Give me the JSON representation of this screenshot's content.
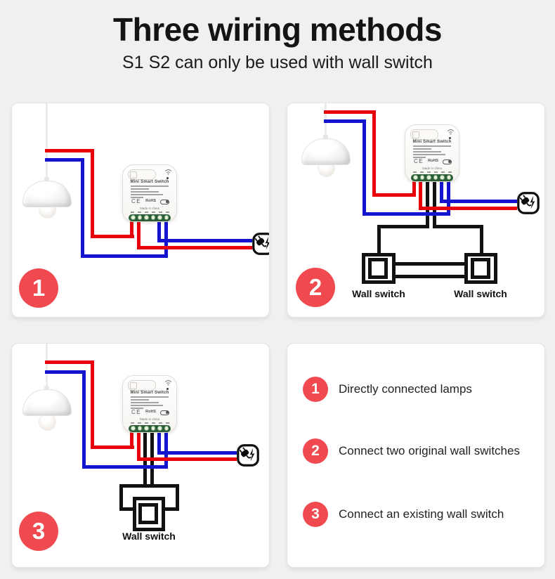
{
  "title": "Three wiring methods",
  "subtitle": "S1 S2 can only be used with wall switch",
  "module": {
    "title": "Mini Smart Switch",
    "ce_mark": "CE",
    "rohs_mark": "RoHS",
    "made_in": "Made in china"
  },
  "panels": [
    {
      "number": "1",
      "wall_switch_labels": []
    },
    {
      "number": "2",
      "wall_switch_labels": [
        "Wall switch",
        "Wall switch"
      ]
    },
    {
      "number": "3",
      "wall_switch_labels": [
        "Wall switch"
      ]
    }
  ],
  "legend": {
    "items": [
      {
        "number": "1",
        "text": "Directly connected lamps"
      },
      {
        "number": "2",
        "text": "Connect two original wall switches"
      },
      {
        "number": "3",
        "text": "Connect an existing wall switch"
      }
    ]
  },
  "colors": {
    "live_wire_red": "#e8000b",
    "neutral_wire_blue": "#1414cf",
    "switch_wire_black": "#121212",
    "badge_red": "#f04a50",
    "terminal_green": "#2b5d36",
    "page_background": "#f1f0f0",
    "panel_background": "#ffffff"
  }
}
